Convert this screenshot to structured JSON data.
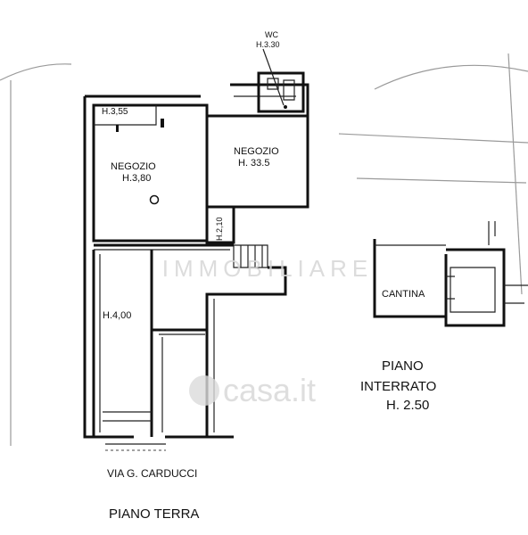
{
  "rooms": {
    "wc_label": "WC",
    "wc_height": "H.3.30",
    "h355": "H.3,55",
    "negozio_main": "NEGOZIO",
    "negozio_main_height": "H.3,80",
    "negozio_right": "NEGOZIO",
    "negozio_right_height": "H. 33.5",
    "h210": "H.2,10",
    "h400": "H.4,00",
    "cantina": "CANTINA"
  },
  "street": "VIA G. CARDUCCI",
  "floors": {
    "ground": "PIANO TERRA",
    "basement_line1": "PIANO",
    "basement_line2": "INTERRATO",
    "basement_line3": "H. 2.50"
  },
  "watermarks": {
    "top": "IMMOBILIARE",
    "brand": "casa.it"
  }
}
